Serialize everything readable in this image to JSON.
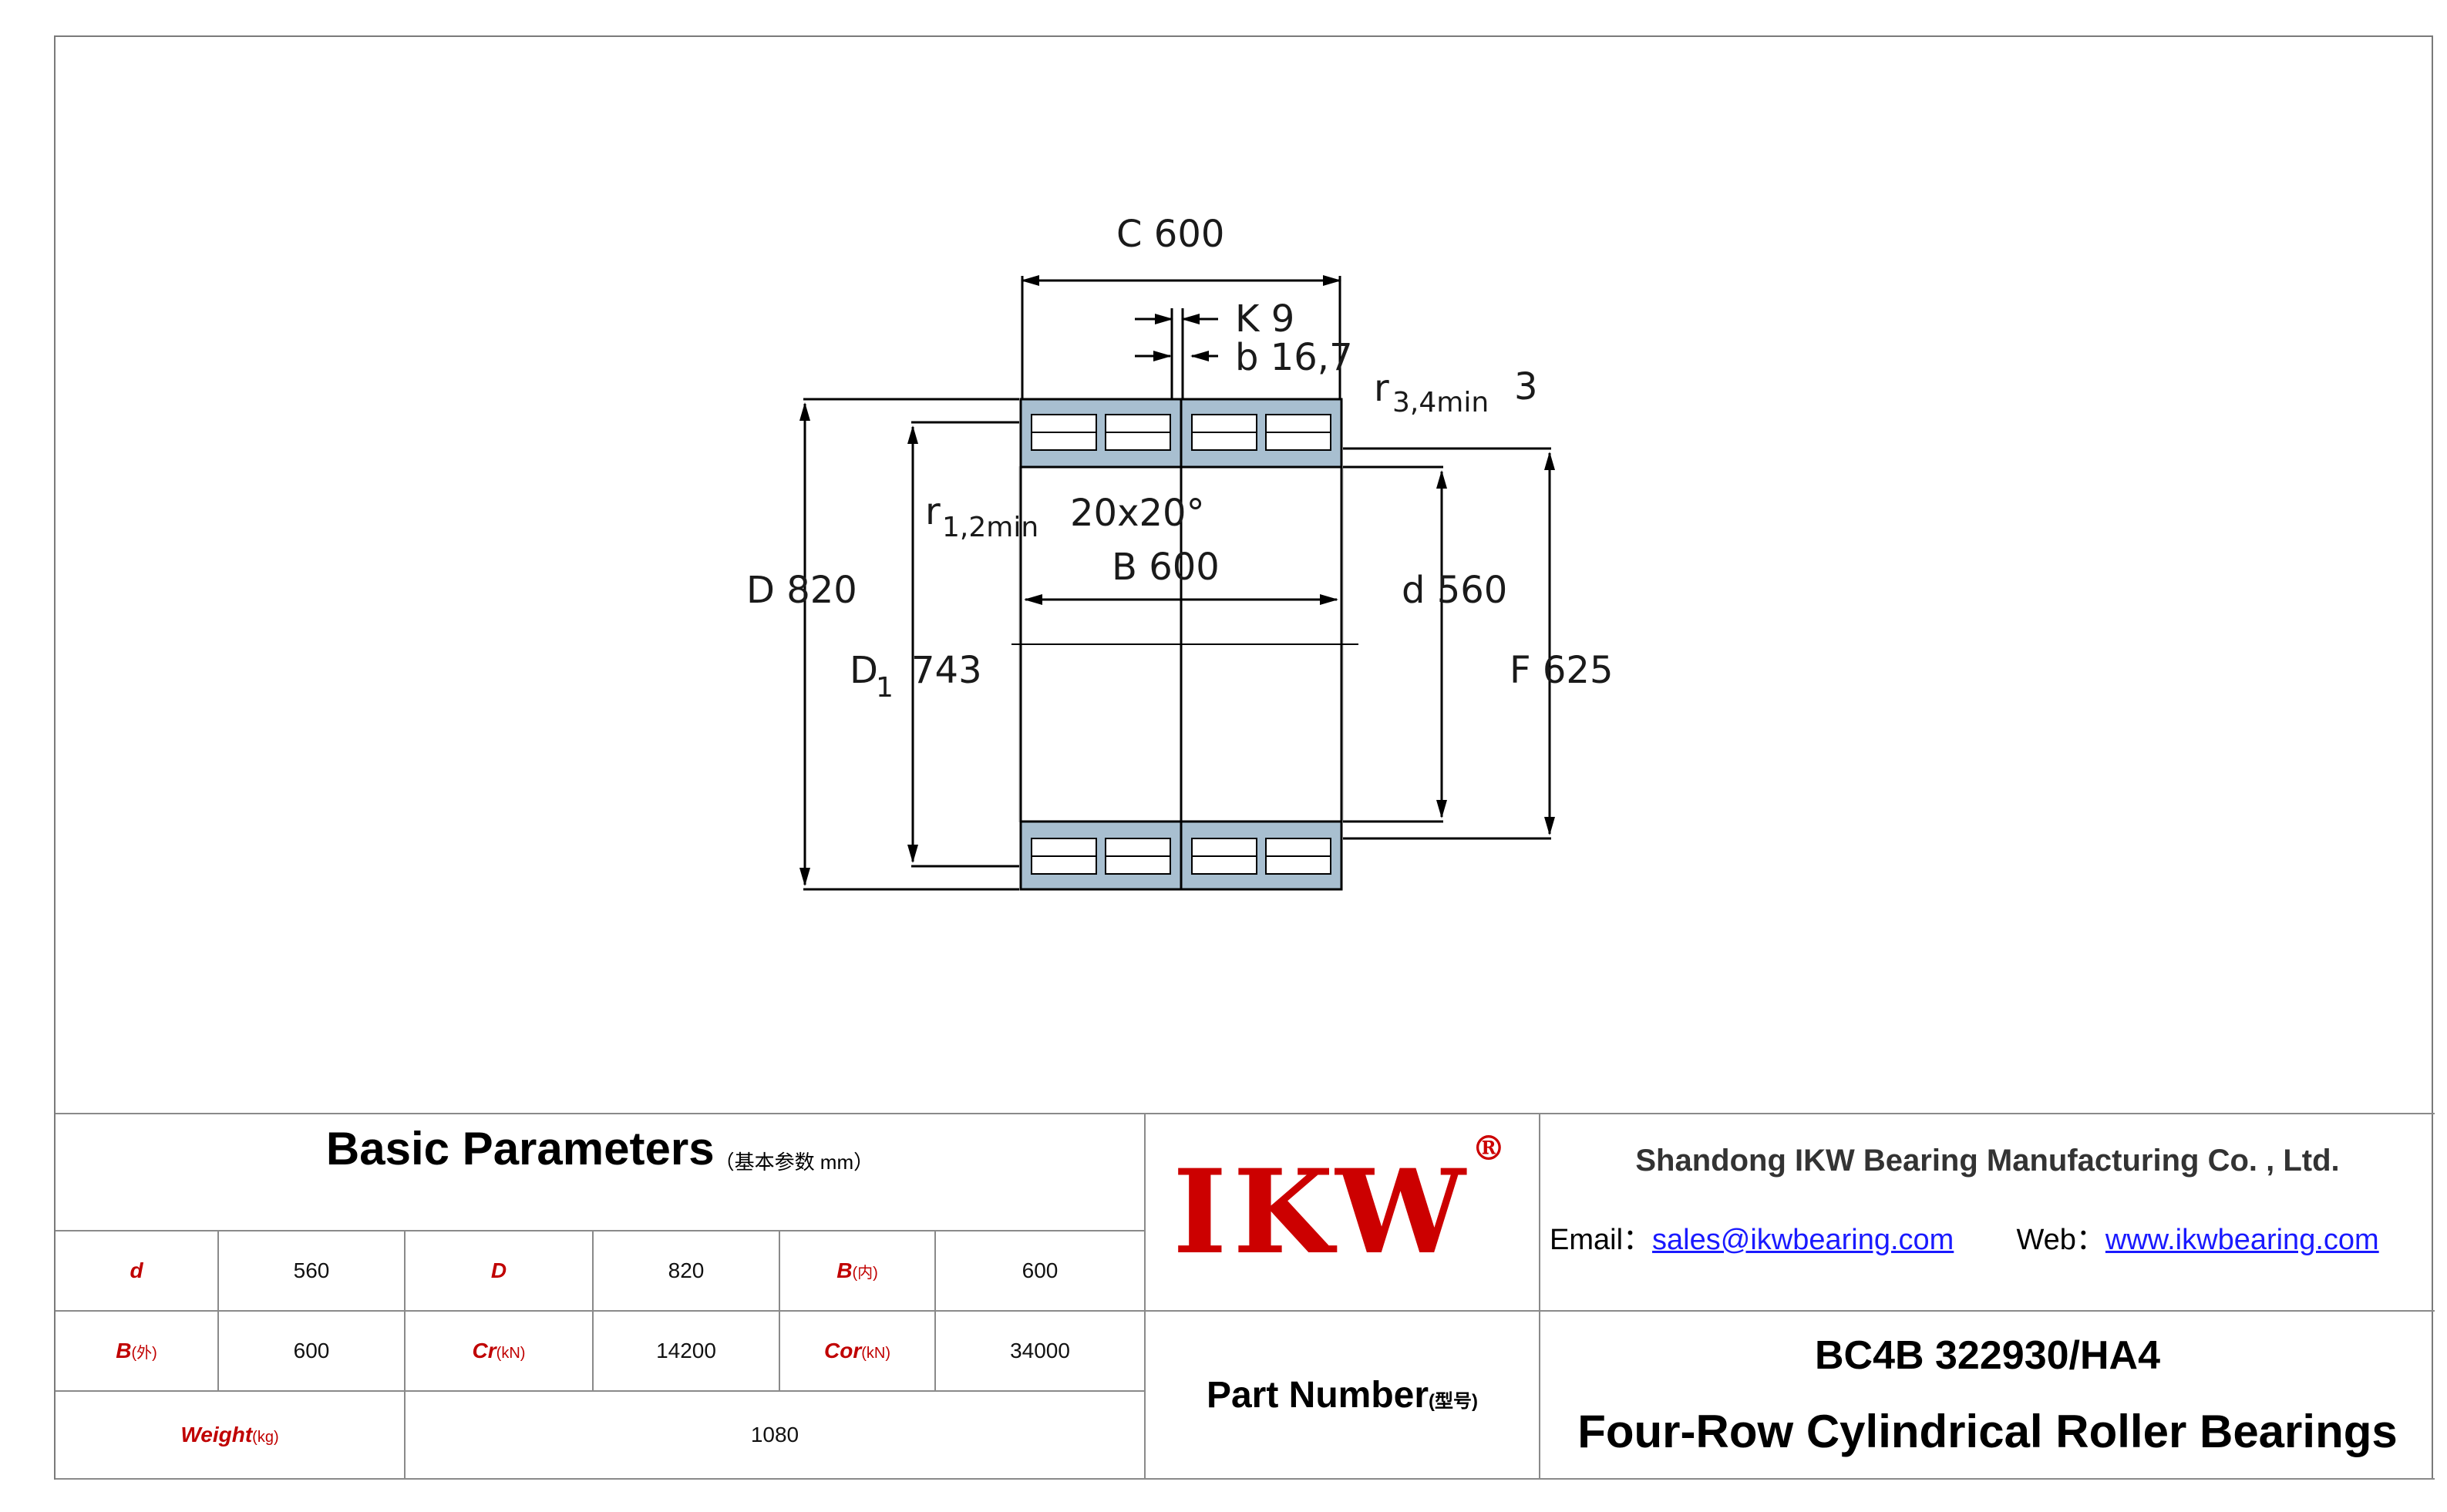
{
  "drawing": {
    "C_label": "C  600",
    "K_label": "K  9",
    "b_label": "b  16,7",
    "r34_label": "r",
    "r34_sub": "3,4min",
    "r34_val": "3",
    "r12_label": "r",
    "r12_sub": "1,2min",
    "chamfer_label": "20x20°",
    "B_label": "B  600",
    "D_label": "D  820",
    "D1_label": "D",
    "D1_sub": "1",
    "D1_val": "743",
    "d_label": "d  560",
    "F_label": "F  625"
  },
  "params": {
    "title": "Basic Parameters",
    "title_unit": "（基本参数 mm）",
    "row1": [
      {
        "label": "d",
        "sub": ""
      },
      {
        "value": "560"
      },
      {
        "label": "D",
        "sub": ""
      },
      {
        "value": "820"
      },
      {
        "label": "B",
        "sub": "(内)"
      },
      {
        "value": "600"
      }
    ],
    "row2": [
      {
        "label": "B",
        "sub": "(外)"
      },
      {
        "value": "600"
      },
      {
        "label": "Cr",
        "sub": "(kN)"
      },
      {
        "value": "14200"
      },
      {
        "label": "Cor",
        "sub": "(kN)"
      },
      {
        "value": "34000"
      }
    ],
    "row3": [
      {
        "label": "Weight",
        "sub": "(kg)"
      },
      {
        "value": "1080"
      }
    ]
  },
  "logo": {
    "text": "IKW",
    "mark": "®",
    "color": "#cc0000"
  },
  "part_number_label": "Part Number",
  "part_number_sub": "(型号)",
  "company": {
    "name": "Shandong IKW Bearing Manufacturing Co. , Ltd.",
    "email_label": "Email：",
    "email": "sales@ikwbearing.com",
    "web_label": "Web：",
    "web": "www.ikwbearing.com"
  },
  "model": "BC4B 322930/HA4",
  "product_type": "Four-Row Cylindrical Roller Bearings",
  "colors": {
    "ring": "#a8bfd0",
    "border": "#8a8a8a",
    "label_red": "#c00000",
    "link": "#1a1aff"
  }
}
